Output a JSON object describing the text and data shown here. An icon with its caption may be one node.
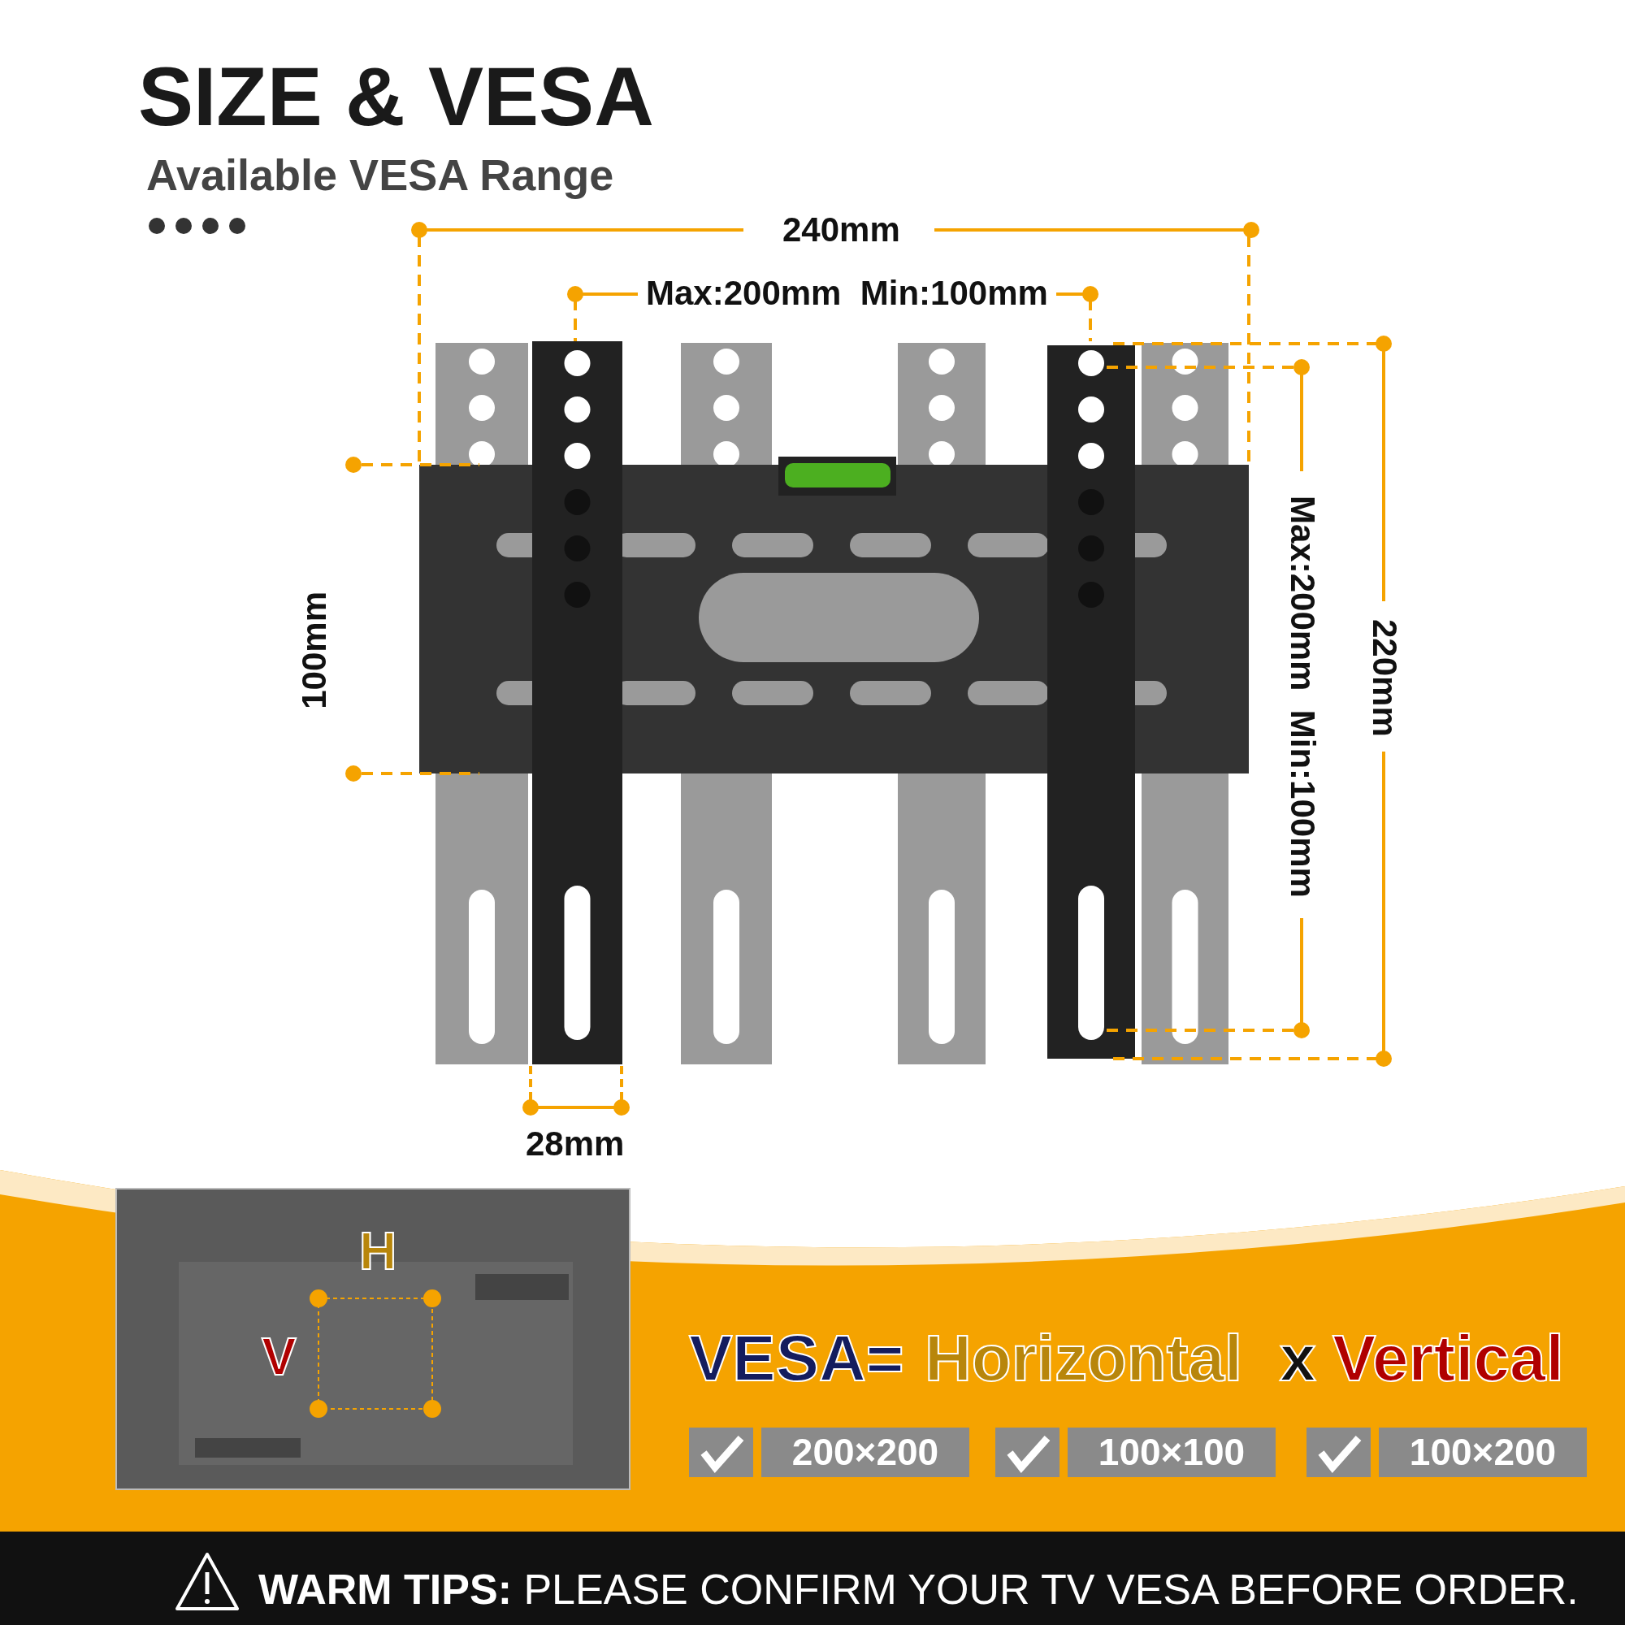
{
  "diagram": {
    "title": "SIZE & VESA",
    "labels": [
      "Available VESA Range",
      "240mm",
      "Max:200mm  Min:100mm",
      "100mm",
      "Max:200mm  Min:100mm",
      "220mm",
      "28mm",
      "H",
      "V",
      "VESA=",
      "Horizontal",
      "x",
      "Vertical",
      "200×200",
      "100×100",
      "100×200",
      "**WARM TIPS:** PLEASE CONFIRM YOUR TV VESA BEFORE ORDER."
    ]
  }
}
